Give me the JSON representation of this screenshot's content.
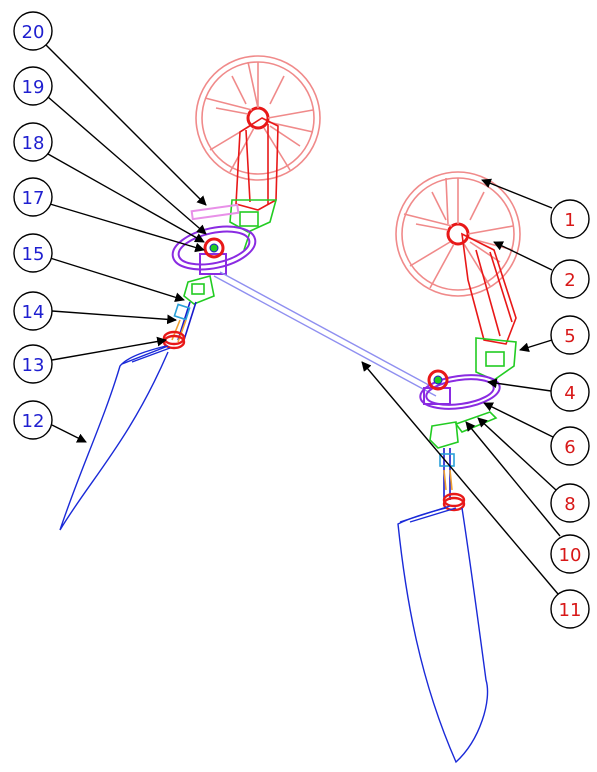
{
  "colors": {
    "left_label_text": "#1f1fd0",
    "right_label_text": "#d81818",
    "callout_stroke": "#000000",
    "wheel": "#f08a8a",
    "pedestal": "#e81818",
    "bracket_green": "#22cc22",
    "quadrant_purple": "#8a2be2",
    "tiller_blue": "#1a1acc",
    "rudder_blue": "#1a2ad8",
    "tie_rod": "#8f8ff0",
    "bushing_orange": "#f0a030",
    "pin_pink": "#e890e8"
  },
  "left_callouts": [
    {
      "id": "callout-20",
      "label": "20"
    },
    {
      "id": "callout-19",
      "label": "19"
    },
    {
      "id": "callout-18",
      "label": "18"
    },
    {
      "id": "callout-17",
      "label": "17"
    },
    {
      "id": "callout-15",
      "label": "15"
    },
    {
      "id": "callout-14",
      "label": "14"
    },
    {
      "id": "callout-13",
      "label": "13"
    },
    {
      "id": "callout-12",
      "label": "12"
    }
  ],
  "right_callouts": [
    {
      "id": "callout-1",
      "label": "1"
    },
    {
      "id": "callout-2",
      "label": "2"
    },
    {
      "id": "callout-5",
      "label": "5"
    },
    {
      "id": "callout-4",
      "label": "4"
    },
    {
      "id": "callout-6",
      "label": "6"
    },
    {
      "id": "callout-8",
      "label": "8"
    },
    {
      "id": "callout-10",
      "label": "10"
    },
    {
      "id": "callout-11",
      "label": "11"
    }
  ]
}
